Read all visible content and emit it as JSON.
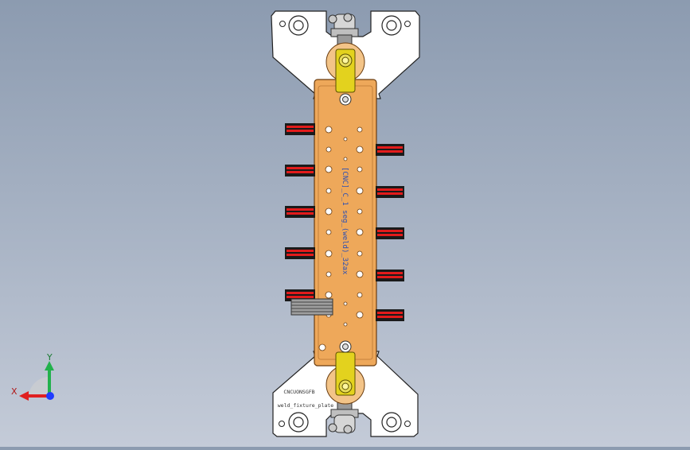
{
  "colors": {
    "background_top": "#8c9bb0",
    "background_bottom": "#c4cbd8",
    "plate": "#ffffff",
    "fixture_body": "#eea85a",
    "clamp": "#e3d21e",
    "locator": "#d81818",
    "axis_y": "#22b14c",
    "axis_x": "#e02020",
    "axis_z": "#1f3cff",
    "engraving": "#2a4fb5"
  },
  "fixture": {
    "side_engraving": "[CNC]_C_1 seg_(weld)_32ax",
    "plate_label_1": "CNCUONSGFB",
    "plate_label_2": "weld_fixture_plate"
  },
  "triad": {
    "y_label": "Y",
    "x_label": "X"
  }
}
